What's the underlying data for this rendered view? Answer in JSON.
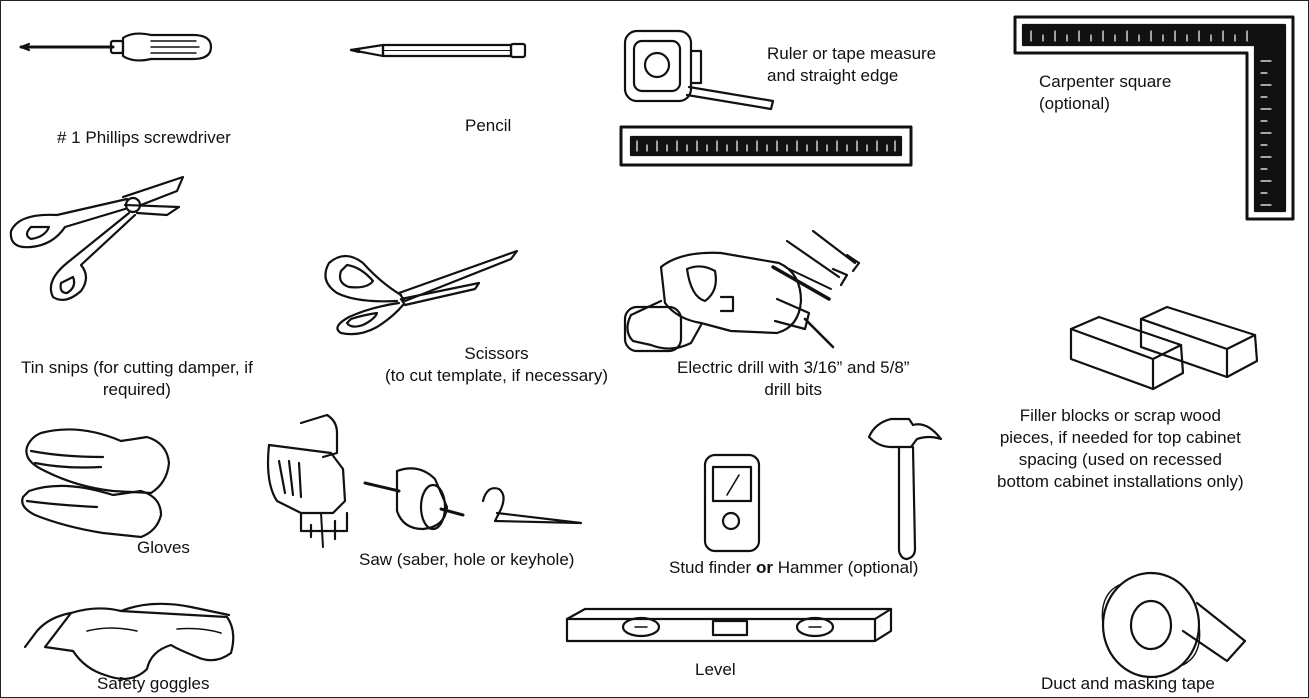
{
  "tools": {
    "screwdriver": "# 1 Phillips screwdriver",
    "pencil": "Pencil",
    "ruler": [
      "Ruler or tape measure",
      "and straight edge"
    ],
    "square": [
      "Carpenter square",
      "(optional)"
    ],
    "tin_snips": [
      "Tin snips (for cutting damper, if",
      "required)"
    ],
    "scissors": [
      "Scissors",
      "(to cut template, if necessary)"
    ],
    "drill": [
      "Electric drill with 3/16” and 5/8”",
      "drill bits"
    ],
    "filler_blocks": [
      "Filler blocks or scrap wood",
      "pieces, if needed for top cabinet",
      "spacing (used on recessed",
      "bottom cabinet installations only)"
    ],
    "gloves": "Gloves",
    "saw": "Saw (saber, hole or keyhole)",
    "stud_finder": "Stud finder",
    "or_word": "or",
    "hammer": "Hammer (optional)",
    "goggles": "Safety goggles",
    "level": "Level",
    "tape": "Duct and masking tape"
  }
}
